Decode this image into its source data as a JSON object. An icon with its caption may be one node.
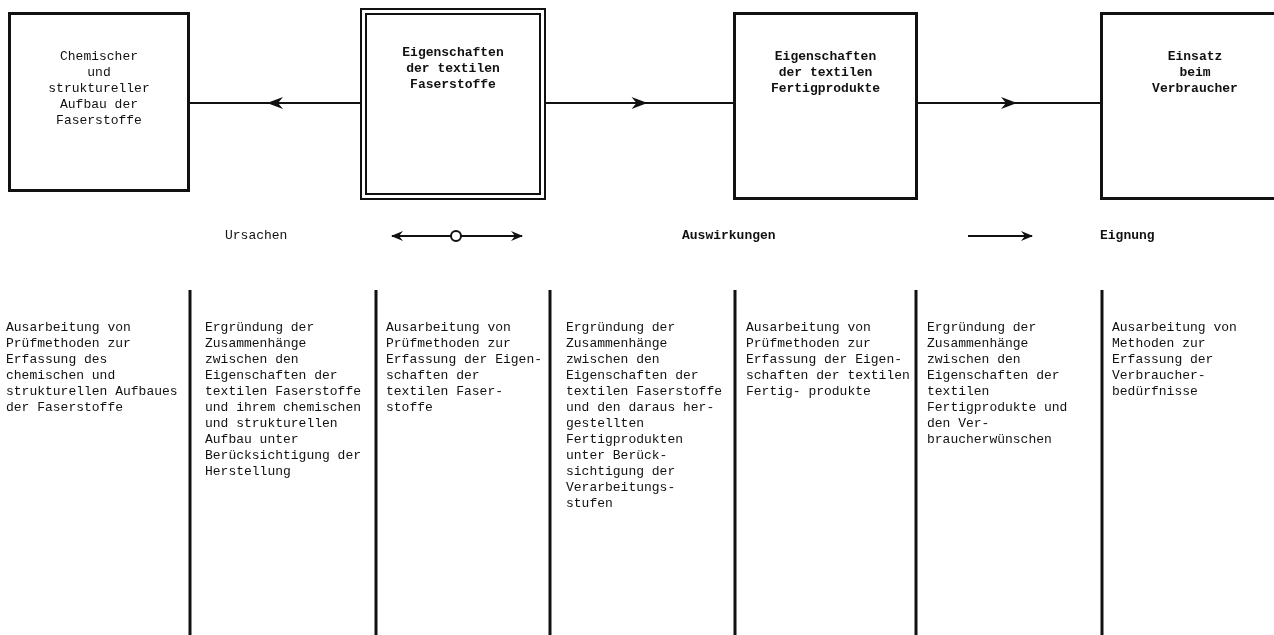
{
  "diagram": {
    "nodes": [
      {
        "text": [
          "Chemischer und struktureller Aufbau der Faserstoffe"
        ]
      },
      {
        "text": [
          "Eigenschaften der textilen Faserstoffe"
        ]
      },
      {
        "text": [
          "Eigenschaften der textilen Fertigprodukte"
        ]
      },
      {
        "text": [
          "Einsatz beim Verbraucher"
        ]
      }
    ],
    "edges": [
      {
        "from": 1,
        "to": 0,
        "arrow": "to"
      },
      {
        "from": 1,
        "to": 2,
        "arrow": "to"
      },
      {
        "from": 2,
        "to": 3,
        "arrow": "to"
      }
    ],
    "labels": [
      "Ursachen",
      "Auswirkungen",
      "Eignung",
      "Ausarbeitung von Prüfmethoden zur Erfassung des chemischen und strukturellen Aufbaues der Faserstoffe",
      "Ergründung der Zusammenhänge zwischen den Eigenschaften der textilen Faserstoffe und ihrem chemischen und strukturellen Aufbau unter Berücksichtigung der Herstellung",
      "Ausarbeitung von Prüfmethoden zur Erfassung der Eigen- schaften der textilen Faser- stoffe",
      "Ergründung der Zusammenhänge zwischen den Eigenschaften der textilen Faserstoffe und den daraus her- gestellten Fertigprodukten unter Berück- sichtigung der Verarbeitungs- stufen",
      "Ausarbeitung von Prüfmethoden zur Erfassung der Eigen- schaften der textilen Fertig- produkte",
      "Ergründung der Zusammenhänge zwischen den Eigenschaften der textilen Fertigprodukte und den Ver- braucherwünschen",
      "Ausarbeitung von Methoden zur Erfassung der Verbraucher- bedürfnisse"
    ]
  }
}
